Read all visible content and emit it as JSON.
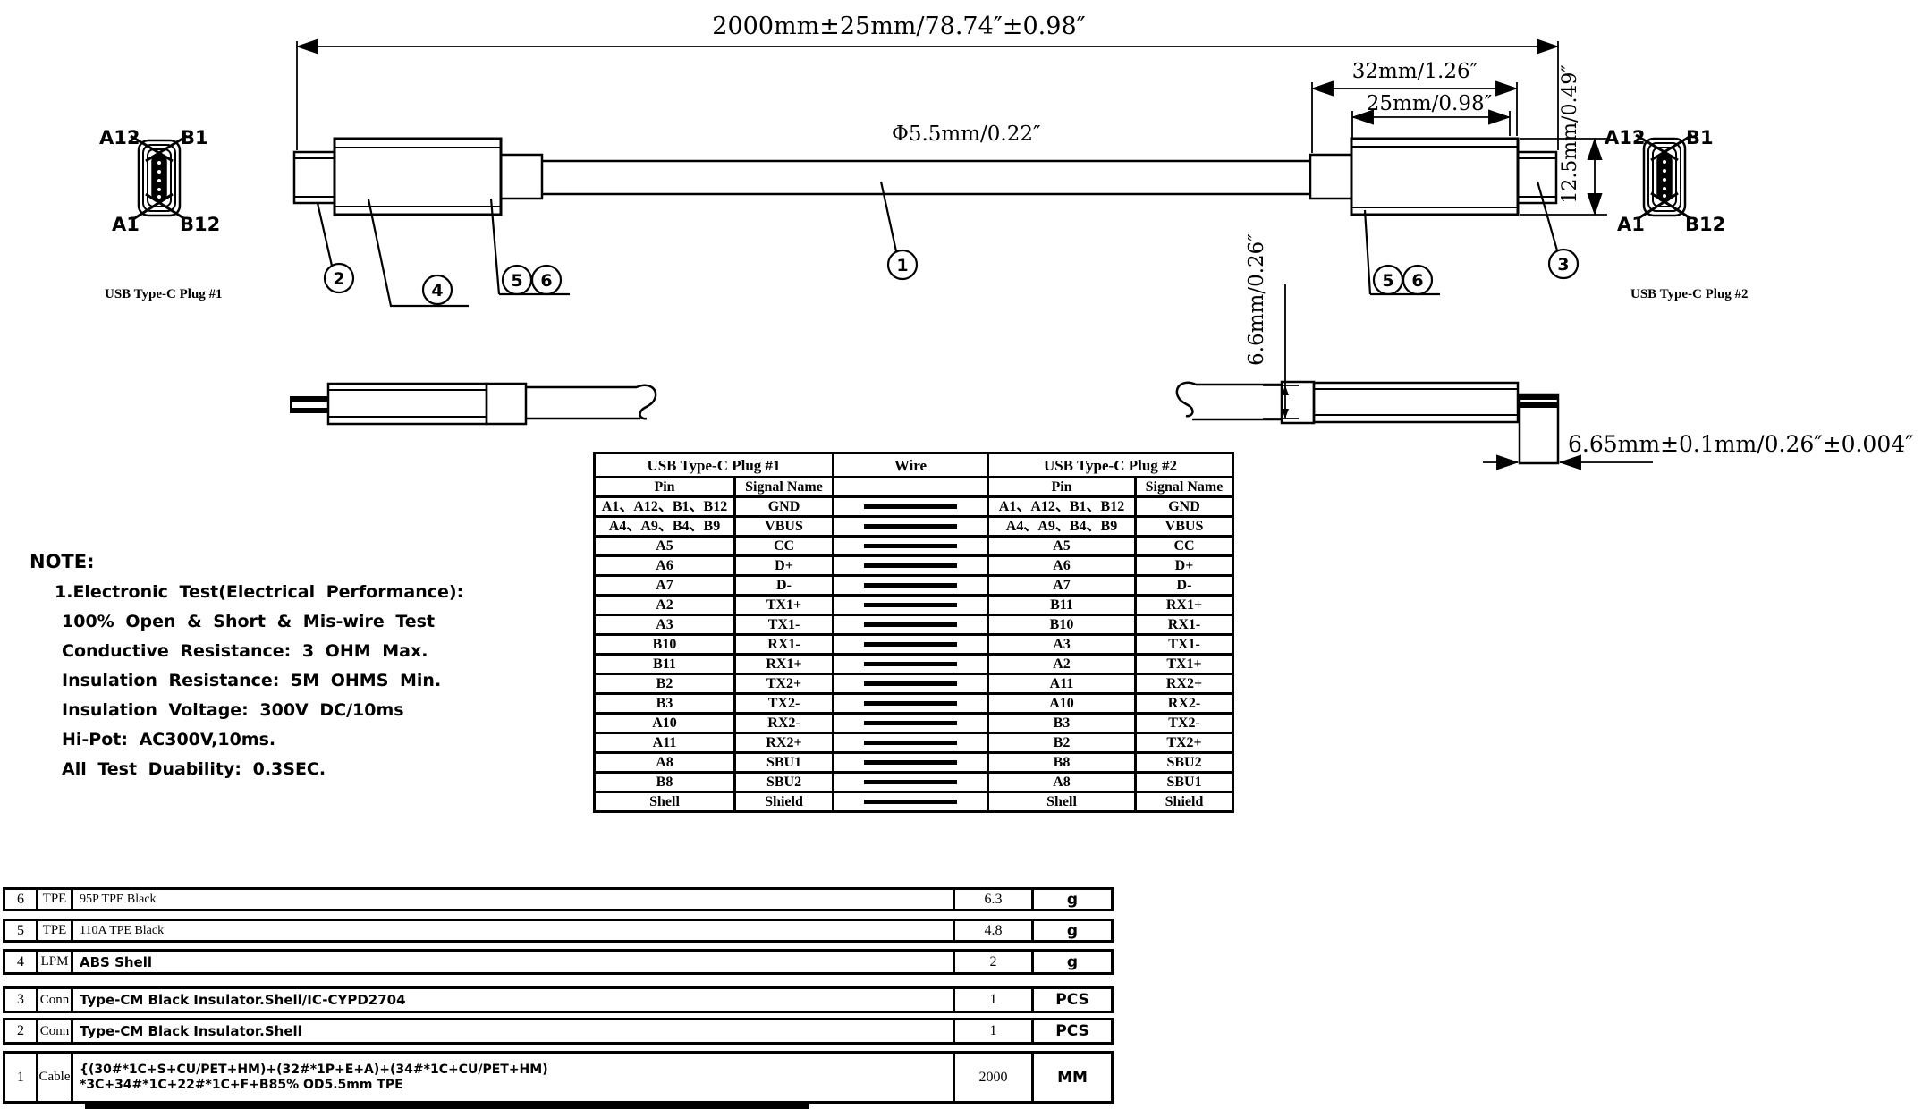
{
  "drawing": {
    "dims": {
      "overall_length": "2000mm±25mm/78.74″±0.98″",
      "cable_diameter": "Φ5.5mm/0.22″",
      "plug_length_overall": "32mm/1.26″",
      "plug_body_length": "25mm/0.98″",
      "plug_height": "12.5mm/0.49″",
      "boot_diameter": "6.6mm/0.26″",
      "tip_thickness": "6.65mm±0.1mm/0.26″±0.004″"
    },
    "plug1": {
      "caption": "USB Type-C Plug #1",
      "corner_tl": "A12",
      "corner_tr": "B1",
      "corner_bl": "A1",
      "corner_br": "B12"
    },
    "plug2": {
      "caption": "USB Type-C Plug #2",
      "corner_tl": "A12",
      "corner_tr": "B1",
      "corner_bl": "A1",
      "corner_br": "B12"
    },
    "callouts": {
      "c1": "1",
      "c2": "2",
      "c3": "3",
      "c4": "4",
      "c5": "5",
      "c6": "6"
    }
  },
  "note": {
    "heading": "NOTE:",
    "lines": [
      "1.Electronic Test(Electrical Performance):",
      "100% Open & Short & Mis-wire Test",
      "Conductive Resistance: 3 OHM Max.",
      "Insulation Resistance: 5M OHMS Min.",
      "Insulation Voltage: 300V DC/10ms",
      "Hi-Pot: AC300V,10ms.",
      "All Test Duability: 0.3SEC."
    ]
  },
  "pin_table": {
    "plug1_header": "USB Type-C Plug #1",
    "wire_header": "Wire",
    "plug2_header": "USB Type-C Plug #2",
    "pin_col": "Pin",
    "signal_col": "Signal Name",
    "rows": [
      {
        "p1_pin": "A1、A12、B1、B12",
        "p1_signal": "GND",
        "p2_pin": "A1、A12、B1、B12",
        "p2_signal": "GND"
      },
      {
        "p1_pin": "A4、A9、B4、B9",
        "p1_signal": "VBUS",
        "p2_pin": "A4、A9、B4、B9",
        "p2_signal": "VBUS"
      },
      {
        "p1_pin": "A5",
        "p1_signal": "CC",
        "p2_pin": "A5",
        "p2_signal": "CC"
      },
      {
        "p1_pin": "A6",
        "p1_signal": "D+",
        "p2_pin": "A6",
        "p2_signal": "D+"
      },
      {
        "p1_pin": "A7",
        "p1_signal": "D-",
        "p2_pin": "A7",
        "p2_signal": "D-"
      },
      {
        "p1_pin": "A2",
        "p1_signal": "TX1+",
        "p2_pin": "B11",
        "p2_signal": "RX1+"
      },
      {
        "p1_pin": "A3",
        "p1_signal": "TX1-",
        "p2_pin": "B10",
        "p2_signal": "RX1-"
      },
      {
        "p1_pin": "B10",
        "p1_signal": "RX1-",
        "p2_pin": "A3",
        "p2_signal": "TX1-"
      },
      {
        "p1_pin": "B11",
        "p1_signal": "RX1+",
        "p2_pin": "A2",
        "p2_signal": "TX1+"
      },
      {
        "p1_pin": "B2",
        "p1_signal": "TX2+",
        "p2_pin": "A11",
        "p2_signal": "RX2+"
      },
      {
        "p1_pin": "B3",
        "p1_signal": "TX2-",
        "p2_pin": "A10",
        "p2_signal": "RX2-"
      },
      {
        "p1_pin": "A10",
        "p1_signal": "RX2-",
        "p2_pin": "B3",
        "p2_signal": "TX2-"
      },
      {
        "p1_pin": "A11",
        "p1_signal": "RX2+",
        "p2_pin": "B2",
        "p2_signal": "TX2+"
      },
      {
        "p1_pin": "A8",
        "p1_signal": "SBU1",
        "p2_pin": "B8",
        "p2_signal": "SBU2"
      },
      {
        "p1_pin": "B8",
        "p1_signal": "SBU2",
        "p2_pin": "A8",
        "p2_signal": "SBU1"
      },
      {
        "p1_pin": "Shell",
        "p1_signal": "Shield",
        "p2_pin": "Shell",
        "p2_signal": "Shield"
      }
    ]
  },
  "bom": {
    "rows": [
      {
        "no": "6",
        "type": "TPE",
        "desc": "95P TPE Black",
        "qty": "6.3",
        "unit": "g"
      },
      {
        "no": "5",
        "type": "TPE",
        "desc": "110A TPE Black",
        "qty": "4.8",
        "unit": "g"
      },
      {
        "no": "4",
        "type": "LPM",
        "desc": "ABS Shell",
        "qty": "2",
        "unit": "g"
      },
      {
        "no": "3",
        "type": "Conn",
        "desc": "Type-CM  Black Insulator.Shell/IC-CYPD2704",
        "qty": "1",
        "unit": "PCS"
      },
      {
        "no": "2",
        "type": "Conn",
        "desc": "Type-CM  Black Insulator.Shell",
        "qty": "1",
        "unit": "PCS"
      },
      {
        "no": "1",
        "type": "Cable",
        "desc": "{(30#*1C+S+CU/PET+HM)+(32#*1P+E+A)+(34#*1C+CU/PET+HM)",
        "desc2": "*3C+34#*1C+22#*1C+F+B85% OD5.5mm TPE",
        "qty": "2000",
        "unit": "MM"
      }
    ]
  }
}
